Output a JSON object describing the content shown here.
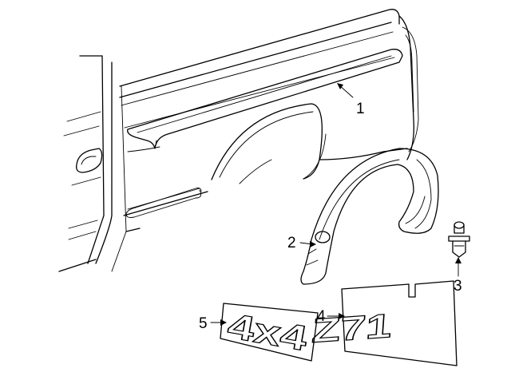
{
  "callouts": {
    "c1": "1",
    "c2": "2",
    "c3": "3",
    "c4": "4",
    "c5": "5"
  },
  "emblems": {
    "badge_4x4": "4x4",
    "badge_z71": "Z71"
  },
  "parts": [
    "molding",
    "flare",
    "clip",
    "emblem_z71",
    "emblem_4x4"
  ]
}
